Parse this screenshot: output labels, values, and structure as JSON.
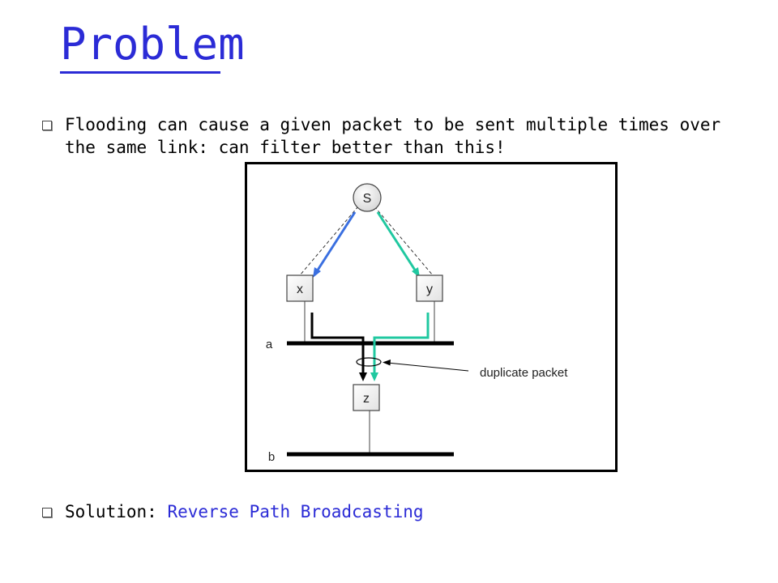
{
  "slide": {
    "title": "Problem",
    "bullets": [
      {
        "text": "Flooding can cause a given packet to be sent multiple times over the same link: can filter better than this!"
      },
      {
        "prefix": "Solution: ",
        "highlight": "Reverse Path Broadcasting"
      }
    ]
  },
  "diagram": {
    "nodes": {
      "s": "S",
      "x": "x",
      "y": "y",
      "z": "z"
    },
    "links": {
      "a": "a",
      "b": "b"
    },
    "annotation": "duplicate packet",
    "colors": {
      "blue_arrow": "#3a6fe0",
      "green_arrow": "#20c8a0",
      "black_arrow": "#000000",
      "title": "#2b2bd6"
    }
  }
}
